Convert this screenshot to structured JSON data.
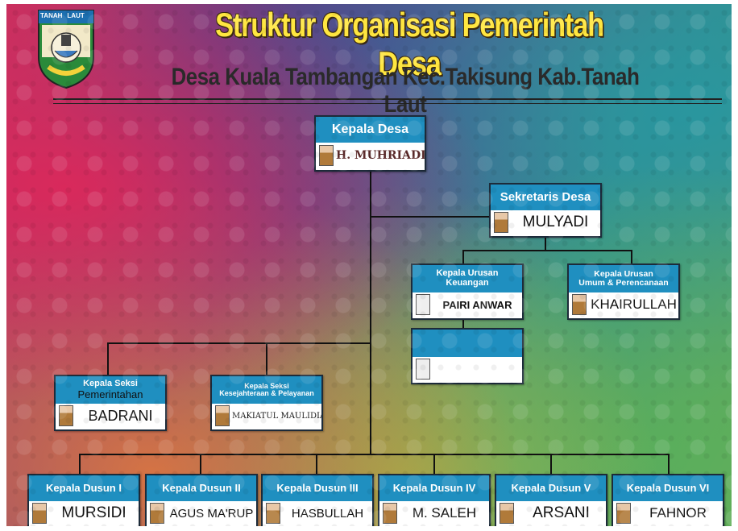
{
  "logo": {
    "text": "TANAH LAUT",
    "badge": "TANAH",
    "badge2": "LAUT"
  },
  "title": "Struktur Organisasi Pemerintah Desa",
  "subtitle": "Desa Kuala Tambangan Kec.Takisung Kab.Tanah Laut",
  "kepala_desa": {
    "title": "Kepala Desa",
    "name": "H. MUHRIADI"
  },
  "sekretaris": {
    "title": "Sekretaris Desa",
    "name": "MULYADI"
  },
  "kaur_keuangan": {
    "title1": "Kepala Urusan",
    "title2": "Keuangan",
    "name": "PAIRI ANWAR"
  },
  "kaur_umum": {
    "title1": "Kepala Urusan",
    "title2": "Umum & Perencanaan",
    "name": "KHAIRULLAH"
  },
  "kasi_pemerintahan": {
    "title1": "Kepala Seksi",
    "title2": "Pemerintahan",
    "name": "BADRANI"
  },
  "kasi_kesejahteraan": {
    "title1": "Kepala Seksi",
    "title2": "Kesejahteraan & Pelayanan",
    "name": "MAKIATUL MAULIDIAH"
  },
  "dusun": [
    {
      "title": "Kepala Dusun I",
      "name": "MURSIDI"
    },
    {
      "title": "Kepala Dusun II",
      "name": "AGUS MA'RUP"
    },
    {
      "title": "Kepala Dusun III",
      "name": "HASBULLAH"
    },
    {
      "title": "Kepala Dusun IV",
      "name": "M. SALEH"
    },
    {
      "title": "Kepala Dusun V",
      "name": "ARSANI"
    },
    {
      "title": "Kepala Dusun VI",
      "name": "FAHNOR"
    }
  ],
  "colors": {
    "header_blue": "#1f8fc0",
    "title_yellow": "#ffe640"
  }
}
